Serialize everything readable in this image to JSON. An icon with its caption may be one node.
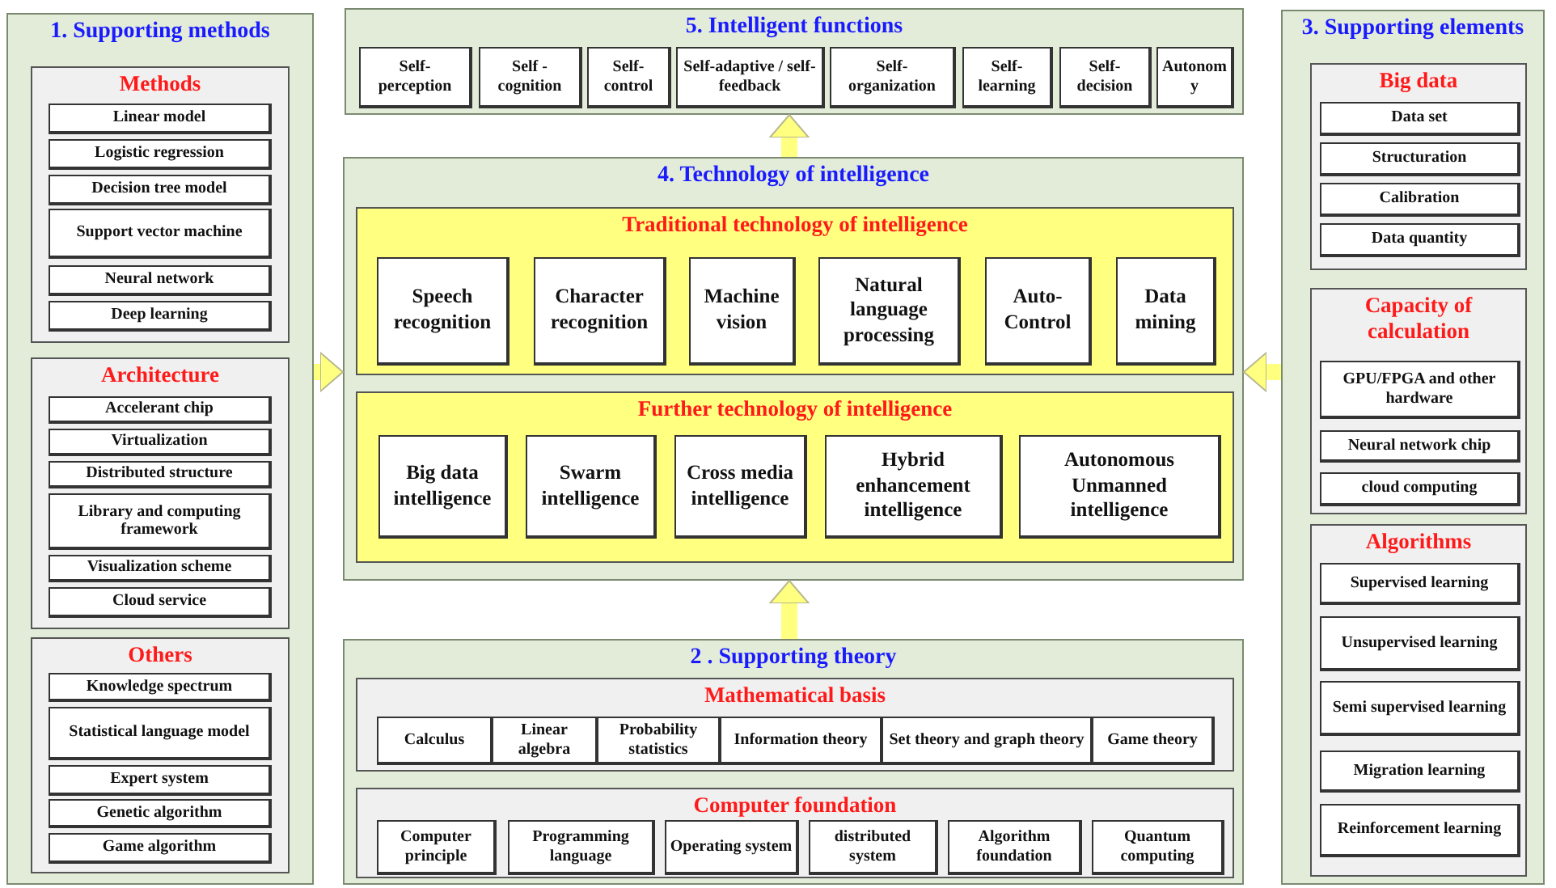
{
  "diagram": {
    "nodes": [
      {
        "text": [
          "1. Supporting methods"
        ]
      },
      {
        "text": [
          "Methods"
        ],
        "in": 0
      },
      {
        "text": [
          "Linear model"
        ],
        "in": 1
      },
      {
        "text": [
          "Logistic regression"
        ],
        "in": 1
      },
      {
        "text": [
          "Decision tree model"
        ],
        "in": 1
      },
      {
        "text": [
          "Support vector machine"
        ],
        "in": 1
      },
      {
        "text": [
          "Neural network"
        ],
        "in": 1
      },
      {
        "text": [
          "Deep learning"
        ],
        "in": 1
      },
      {
        "text": [
          "Architecture"
        ],
        "in": 0
      },
      {
        "text": [
          "Accelerant chip"
        ],
        "in": 8
      },
      {
        "text": [
          "Virtualization"
        ],
        "in": 8
      },
      {
        "text": [
          "Distributed structure"
        ],
        "in": 8
      },
      {
        "text": [
          "Library and computing framework"
        ],
        "in": 8
      },
      {
        "text": [
          "Visualization scheme"
        ],
        "in": 8
      },
      {
        "text": [
          "Cloud service"
        ],
        "in": 8
      },
      {
        "text": [
          "Others"
        ],
        "in": 0
      },
      {
        "text": [
          "Knowledge spectrum"
        ],
        "in": 15
      },
      {
        "text": [
          "Statistical language model"
        ],
        "in": 15
      },
      {
        "text": [
          "Expert system"
        ],
        "in": 15
      },
      {
        "text": [
          "Genetic algorithm"
        ],
        "in": 15
      },
      {
        "text": [
          "Game algorithm"
        ],
        "in": 15
      },
      {
        "text": [
          "5. Intelligent functions"
        ]
      },
      {
        "text": [
          "Self-perception"
        ],
        "in": 21
      },
      {
        "text": [
          "Self -cognition"
        ],
        "in": 21
      },
      {
        "text": [
          "Self-control"
        ],
        "in": 21
      },
      {
        "text": [
          "Self-adaptive / self-feedback"
        ],
        "in": 21
      },
      {
        "text": [
          "Self-organization"
        ],
        "in": 21
      },
      {
        "text": [
          "Self-learning"
        ],
        "in": 21
      },
      {
        "text": [
          "Self-decision"
        ],
        "in": 21
      },
      {
        "text": [
          "Autonomy"
        ],
        "in": 21
      },
      {
        "text": [
          "4. Technology of intelligence"
        ]
      },
      {
        "text": [
          "Traditional technology of intelligence"
        ],
        "in": 30
      },
      {
        "text": [
          "Speech recognition"
        ],
        "in": 31
      },
      {
        "text": [
          "Character recognition"
        ],
        "in": 31
      },
      {
        "text": [
          "Machine vision"
        ],
        "in": 31
      },
      {
        "text": [
          "Natural language processing"
        ],
        "in": 31
      },
      {
        "text": [
          "Auto-Control"
        ],
        "in": 31
      },
      {
        "text": [
          "Data mining"
        ],
        "in": 31
      },
      {
        "text": [
          "Further technology of intelligence"
        ],
        "in": 30
      },
      {
        "text": [
          "Big data intelligence"
        ],
        "in": 38
      },
      {
        "text": [
          "Swarm intelligence"
        ],
        "in": 38
      },
      {
        "text": [
          "Cross media intelligence"
        ],
        "in": 38
      },
      {
        "text": [
          "Hybrid enhancement intelligence"
        ],
        "in": 38
      },
      {
        "text": [
          "Autonomous Unmanned intelligence"
        ],
        "in": 38
      },
      {
        "text": [
          "2 . Supporting theory"
        ]
      },
      {
        "text": [
          "Mathematical basis"
        ],
        "in": 44
      },
      {
        "text": [
          "Calculus"
        ],
        "in": 45
      },
      {
        "text": [
          "Linear algebra"
        ],
        "in": 45
      },
      {
        "text": [
          "Probability statistics"
        ],
        "in": 45
      },
      {
        "text": [
          "Information theory"
        ],
        "in": 45
      },
      {
        "text": [
          "Set theory and graph theory"
        ],
        "in": 45
      },
      {
        "text": [
          "Game theory"
        ],
        "in": 45
      },
      {
        "text": [
          "Computer foundation"
        ],
        "in": 44
      },
      {
        "text": [
          "Computer principle"
        ],
        "in": 52
      },
      {
        "text": [
          "Programming language"
        ],
        "in": 52
      },
      {
        "text": [
          "Operating system"
        ],
        "in": 52
      },
      {
        "text": [
          "distributed system"
        ],
        "in": 52
      },
      {
        "text": [
          "Algorithm foundation"
        ],
        "in": 52
      },
      {
        "text": [
          "Quantum computing"
        ],
        "in": 52
      },
      {
        "text": [
          "3. Supporting elements"
        ]
      },
      {
        "text": [
          "Big data"
        ],
        "in": 59
      },
      {
        "text": [
          "Data set"
        ],
        "in": 60
      },
      {
        "text": [
          "Structuration"
        ],
        "in": 60
      },
      {
        "text": [
          "Calibration"
        ],
        "in": 60
      },
      {
        "text": [
          "Data quantity"
        ],
        "in": 60
      },
      {
        "text": [
          "Capacity of calculation"
        ],
        "in": 59
      },
      {
        "text": [
          "GPU/FPGA and other hardware"
        ],
        "in": 65
      },
      {
        "text": [
          "Neural network chip"
        ],
        "in": 65
      },
      {
        "text": [
          "cloud computing"
        ],
        "in": 65
      },
      {
        "text": [
          "Algorithms"
        ],
        "in": 59
      },
      {
        "text": [
          "Supervised learning"
        ],
        "in": 69
      },
      {
        "text": [
          "Unsupervised learning"
        ],
        "in": 69
      },
      {
        "text": [
          "Semi supervised learning"
        ],
        "in": 69
      },
      {
        "text": [
          "Migration learning"
        ],
        "in": 69
      },
      {
        "text": [
          "Reinforcement learning"
        ],
        "in": 69
      }
    ],
    "edges": [
      {
        "from": 0,
        "to": 30,
        "arrow": "to"
      },
      {
        "from": 59,
        "to": 30,
        "arrow": "to"
      },
      {
        "from": 44,
        "to": 30,
        "arrow": "to"
      },
      {
        "from": 30,
        "to": 21,
        "arrow": "to"
      }
    ]
  }
}
